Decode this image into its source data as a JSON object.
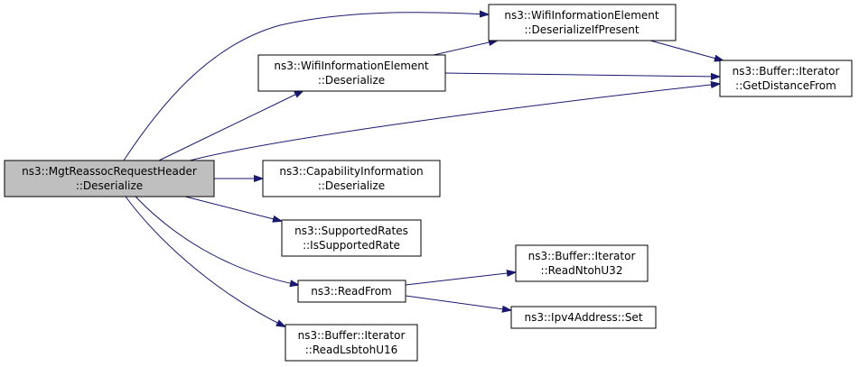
{
  "nodes": {
    "root": {
      "line1": "ns3::MgtReassocRequestHeader",
      "line2": "::Deserialize"
    },
    "wie_deserialize_if_present": {
      "line1": "ns3::WifiInformationElement",
      "line2": "::DeserializeIfPresent"
    },
    "wie_deserialize": {
      "line1": "ns3::WifiInformationElement",
      "line2": "::Deserialize"
    },
    "buffer_get_distance_from": {
      "line1": "ns3::Buffer::Iterator",
      "line2": "::GetDistanceFrom"
    },
    "capability_deserialize": {
      "line1": "ns3::CapabilityInformation",
      "line2": "::Deserialize"
    },
    "supported_rates_is_supported": {
      "line1": "ns3::SupportedRates",
      "line2": "::IsSupportedRate"
    },
    "read_from": {
      "line1": "ns3::ReadFrom"
    },
    "buffer_read_ntohu32": {
      "line1": "ns3::Buffer::Iterator",
      "line2": "::ReadNtohU32"
    },
    "ipv4_address_set": {
      "line1": "ns3::Ipv4Address::Set"
    },
    "buffer_read_lsbtohu16": {
      "line1": "ns3::Buffer::Iterator",
      "line2": "::ReadLsbtohU16"
    }
  },
  "colors": {
    "edge": "#191970",
    "root_fill": "#bfbfbf"
  }
}
